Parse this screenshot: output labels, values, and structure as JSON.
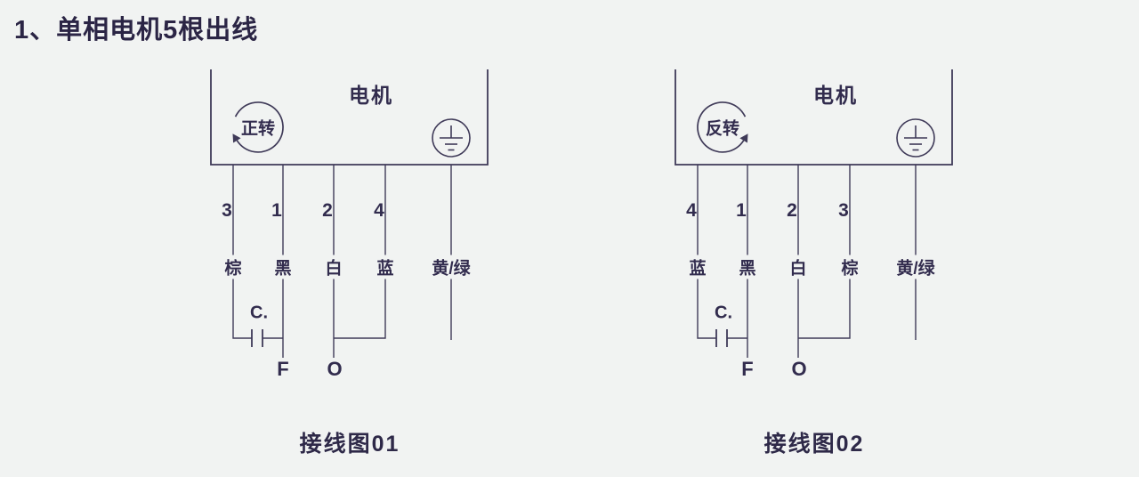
{
  "page": {
    "title": "1、单相电机5根出线",
    "background_color": "#f1f3f2",
    "line_color": "#3f3a58",
    "text_color": "#322c4e"
  },
  "diagrams": [
    {
      "caption": "接线图01",
      "motor_label": "电机",
      "rotation_label": "正转",
      "terminals": [
        "3",
        "1",
        "2",
        "4"
      ],
      "wire_colors": [
        "棕",
        "黑",
        "白",
        "蓝",
        "黄/绿"
      ],
      "capacitor_label": "C.",
      "capacitor_terminal_label": "F",
      "run_terminal_label": "O"
    },
    {
      "caption": "接线图02",
      "motor_label": "电机",
      "rotation_label": "反转",
      "terminals": [
        "4",
        "1",
        "2",
        "3"
      ],
      "wire_colors": [
        "蓝",
        "黑",
        "白",
        "棕",
        "黄/绿"
      ],
      "capacitor_label": "C.",
      "capacitor_terminal_label": "F",
      "run_terminal_label": "O"
    }
  ]
}
